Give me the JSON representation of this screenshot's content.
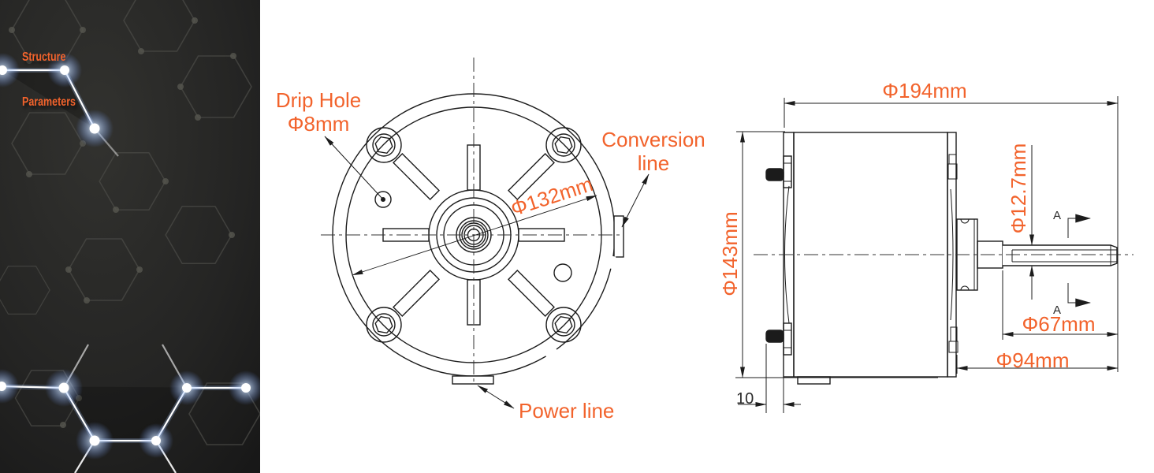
{
  "panel": {
    "title_line1": "Structure",
    "title_line2": "Parameters",
    "accent_color": "#F2632C",
    "background_color": "#1E1E1D"
  },
  "front_view": {
    "drip_hole_label_line1": "Drip Hole",
    "drip_hole_label_line2": "Φ8mm",
    "conversion_label_line1": "Conversion",
    "conversion_label_line2": "line",
    "power_line_label": "Power line",
    "bolt_circle_dim": "Φ132mm"
  },
  "side_view": {
    "outer_dim": "Φ194mm",
    "body_dim": "Φ143mm",
    "shaft_dim": "Φ12.7mm",
    "hub_dim": "Φ67mm",
    "flange_dim": "Φ94mm",
    "stud_dim": "10",
    "section_label": "A"
  }
}
